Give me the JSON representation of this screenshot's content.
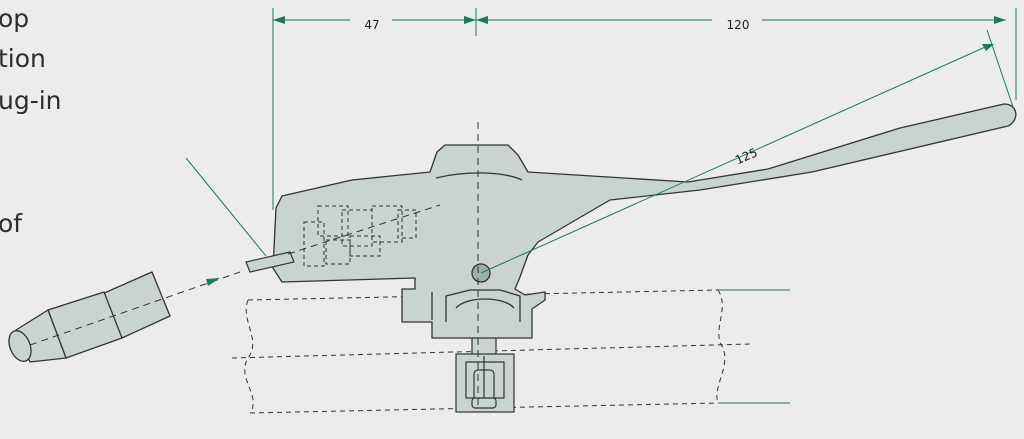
{
  "side_text": {
    "line1": "op",
    "line2": "tion",
    "line3": "ug-in",
    "line4": "of"
  },
  "dimensions": {
    "d1": "47",
    "d2": "120",
    "d3": "125"
  },
  "colors": {
    "background": "#ececec",
    "part_fill": "#c9d3cf",
    "outline": "#333333",
    "dimension_line": "#1c7a55"
  }
}
